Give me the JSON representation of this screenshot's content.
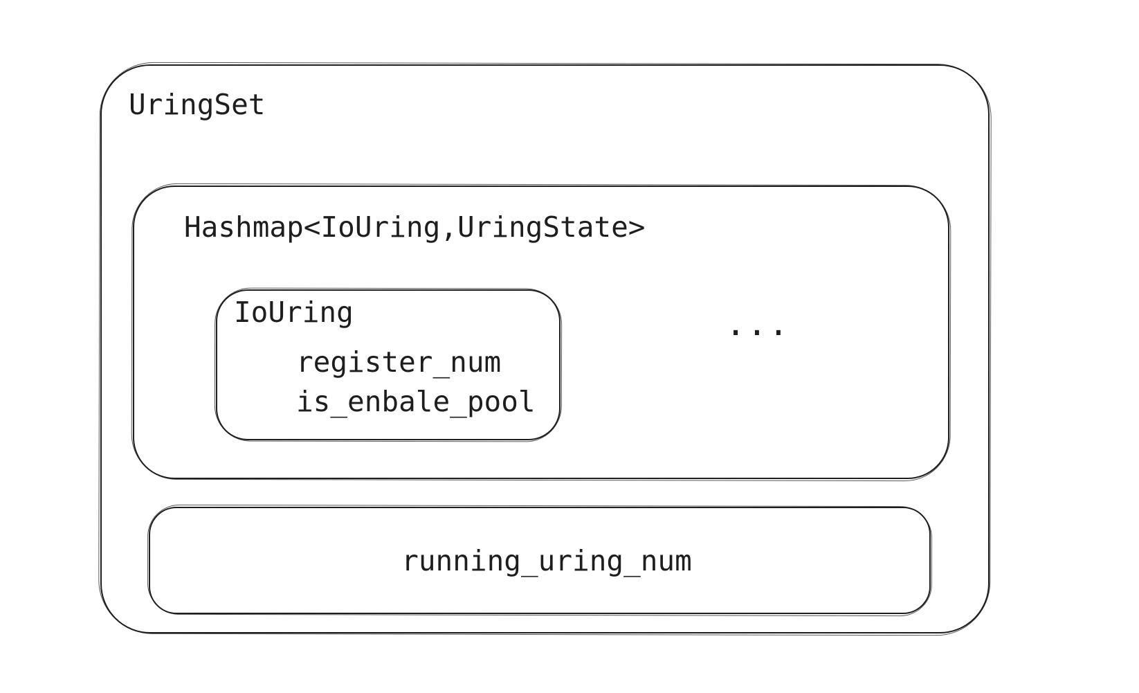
{
  "diagram": {
    "style": {
      "stroke_color": "#1e1e1e",
      "background_color": "#ffffff"
    },
    "uring_set": {
      "label": "UringSet",
      "hashmap": {
        "label": "Hashmap<IoUring,UringState>",
        "iouring": {
          "label": "IoUring",
          "fields": [
            "register_num",
            "is_enbale_pool"
          ]
        },
        "ellipsis": "..."
      },
      "running": {
        "label": "running_uring_num"
      }
    }
  }
}
